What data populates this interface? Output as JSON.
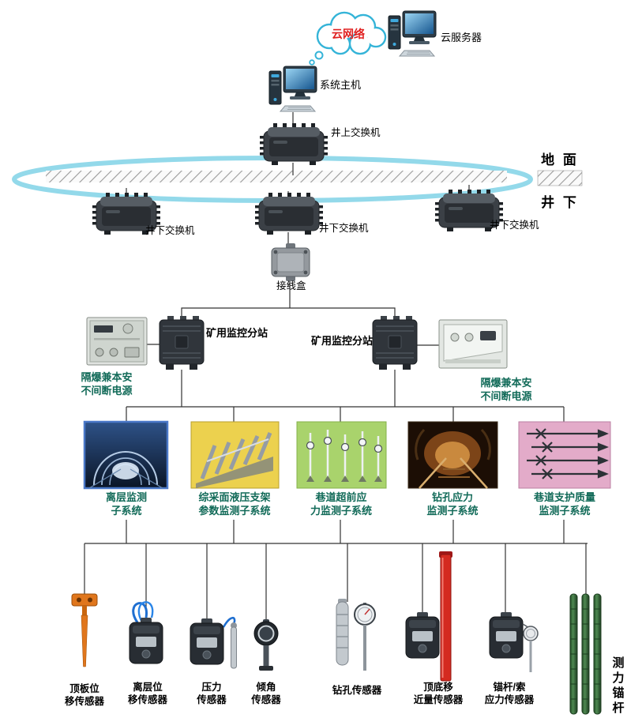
{
  "colors": {
    "cloud_stroke": "#35b4d8",
    "cloud_text": "#e01f1f",
    "ring": "#93d9ea",
    "line": "#333333",
    "caption_text": "#116a58",
    "subsystem_backgrounds": [
      "#0e1e38",
      "#ecd14e",
      "#a9d36c",
      "#1c0e05",
      "#e3abc9"
    ]
  },
  "top": {
    "cloud_label": "云网络",
    "cloud_server_label": "云服务器",
    "system_host_label": "系统主机",
    "surface_switch_label": "井上交换机"
  },
  "ring": {
    "ground_label": "地 面",
    "underground_label": "井 下",
    "underground_switches": [
      {
        "label": "井下交换机"
      },
      {
        "label": "井下交换机"
      },
      {
        "label": "井下交换机"
      }
    ]
  },
  "middle": {
    "junction_box_label": "接线盒",
    "substation_left_label": "矿用监控分站",
    "substation_right_label": "矿用监控分站",
    "ups_left": {
      "line1": "隔爆兼本安",
      "line2": "不间断电源"
    },
    "ups_right": {
      "line1": "隔爆兼本安",
      "line2": "不间断电源"
    }
  },
  "subsystems": [
    {
      "line1": "离层监测",
      "line2": "子系统"
    },
    {
      "line1": "综采面液压支架",
      "line2": "参数监测子系统"
    },
    {
      "line1": "巷道超前应",
      "line2": "力监测子系统"
    },
    {
      "line1": "钻孔应力",
      "line2": "监测子系统"
    },
    {
      "line1": "巷道支护质量",
      "line2": "监测子系统"
    }
  ],
  "sensors": [
    {
      "line1": "顶板位",
      "line2": "移传感器"
    },
    {
      "line1": "离层位",
      "line2": "移传感器"
    },
    {
      "line1": "压力",
      "line2": "传感器"
    },
    {
      "line1": "倾角",
      "line2": "传感器"
    },
    {
      "line1": "钻孔传感器",
      "line2": ""
    },
    {
      "line1": "顶底移",
      "line2": "近量传感器"
    },
    {
      "line1": "锚杆/索",
      "line2": "应力传感器"
    },
    {
      "line1": "测力锚杆",
      "line2": ""
    }
  ]
}
